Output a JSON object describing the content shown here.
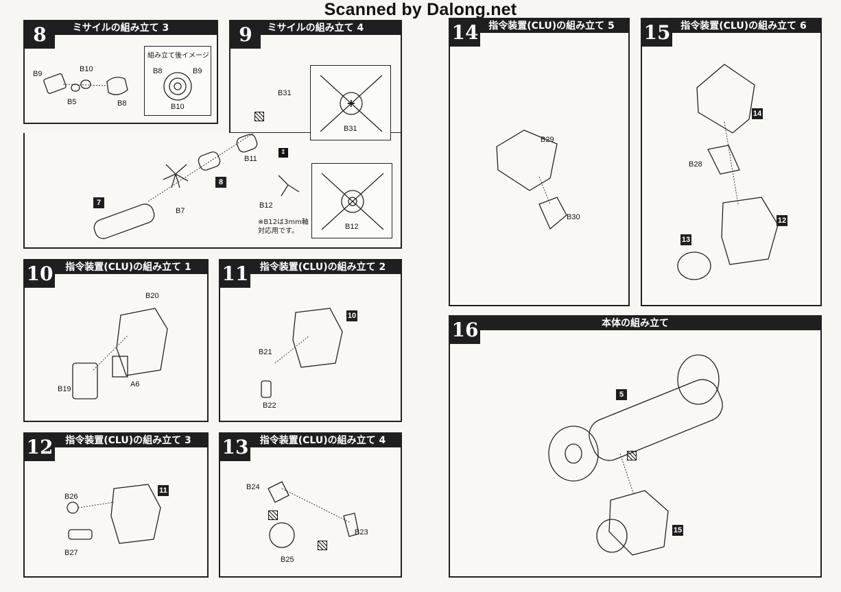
{
  "watermark": "Scanned by Dalong.net",
  "steps": {
    "s8": {
      "num": "8",
      "title": "ミサイルの組み立て 3",
      "inset_title": "組み立て後イメージ",
      "parts": [
        "B9",
        "B10",
        "B5",
        "B8"
      ],
      "inset_parts": [
        "B8",
        "B9",
        "B10"
      ]
    },
    "s9": {
      "num": "9",
      "title": "ミサイルの組み立て 4",
      "parts": [
        "B31",
        "B11",
        "B7",
        "B12"
      ],
      "bubble_parts": [
        "B31",
        "B12"
      ],
      "tags": [
        "8",
        "7"
      ],
      "note": "※B12は3mm軸\n対応用です。"
    },
    "s10": {
      "num": "10",
      "title": "指令装置(CLU)の組み立て 1",
      "parts": [
        "B20",
        "B19",
        "A6"
      ]
    },
    "s11": {
      "num": "11",
      "title": "指令装置(CLU)の組み立て 2",
      "parts": [
        "B21",
        "B22"
      ],
      "tag": "10"
    },
    "s12": {
      "num": "12",
      "title": "指令装置(CLU)の組み立て 3",
      "parts": [
        "B26",
        "B27"
      ],
      "tag": "11"
    },
    "s13": {
      "num": "13",
      "title": "指令装置(CLU)の組み立て 4",
      "parts": [
        "B24",
        "B23",
        "B25"
      ]
    },
    "s14": {
      "num": "14",
      "title": "指令装置(CLU)の組み立て 5",
      "parts": [
        "B29",
        "B30"
      ]
    },
    "s15": {
      "num": "15",
      "title": "指令装置(CLU)の組み立て 6",
      "parts": [
        "B28"
      ],
      "tags": [
        "14",
        "12",
        "13"
      ]
    },
    "s16": {
      "num": "16",
      "title": "本体の組み立て",
      "tags": [
        "5",
        "15"
      ]
    }
  },
  "colors": {
    "ink": "#1f1f1f",
    "paper": "#f9f8f5"
  }
}
